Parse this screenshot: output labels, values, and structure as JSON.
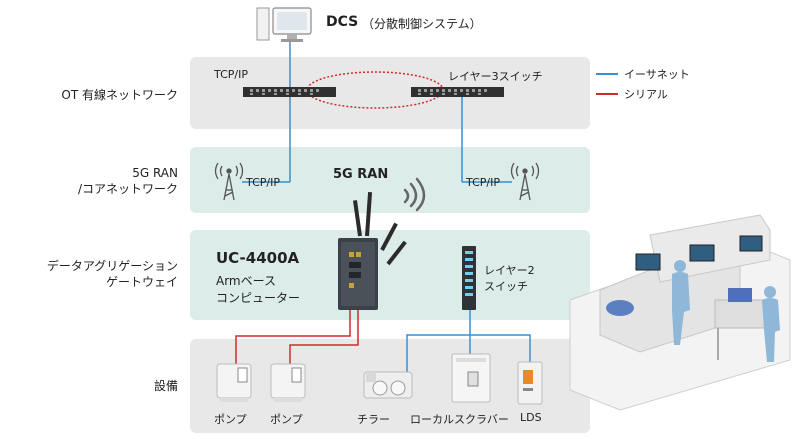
{
  "dcs_label": "DCS",
  "dcs_sub": "（分散制御システム）",
  "rows": {
    "ot": "OT 有線ネットワーク",
    "ran": "5G RAN\n/コアネットワーク",
    "gateway": "データアグリゲーション\nゲートウェイ",
    "equipment": "設備"
  },
  "ot_tcpip": "TCP/IP",
  "layer3_switch": "レイヤー3スイッチ",
  "legend": {
    "ethernet": "イーサネット",
    "serial": "シリアル",
    "ethernet_color": "#3a8fd0",
    "serial_color": "#d12a2a"
  },
  "ran_left_tcpip": "TCP/IP",
  "ran_center": "5G RAN",
  "ran_right_tcpip": "TCP/IP",
  "gateway_model": "UC-4400A",
  "gateway_desc_1": "Armベース",
  "gateway_desc_2": "コンピューター",
  "layer2_switch_1": "レイヤー2",
  "layer2_switch_2": "スイッチ",
  "devices": [
    "ポンプ",
    "ポンプ",
    "チラー",
    "ローカルスクラバー",
    "LDS"
  ]
}
